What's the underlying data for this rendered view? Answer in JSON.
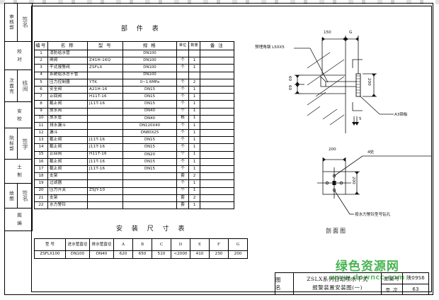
{
  "sheet": {
    "parts_table_title": "部 件 表",
    "size_table_title": "安 装 尺 寸 表",
    "section_view_caption": "剖面图"
  },
  "margin_strip": {
    "rows": [
      {
        "label": "审核部",
        "value": "签名"
      },
      {
        "label": "校 对",
        "value": ""
      },
      {
        "label": "次面完",
        "value": "核阅"
      },
      {
        "label": "安 校",
        "value": ""
      },
      {
        "label": "院标部",
        "value": "签字"
      },
      {
        "label": "土 制",
        "value": ""
      },
      {
        "label": "绘图",
        "value": "签名"
      },
      {
        "label": "图 编",
        "value": ""
      }
    ]
  },
  "parts_table": {
    "headers": [
      "编号",
      "名  称",
      "型  号",
      "规  格",
      "单位",
      "数量",
      "备  注"
    ],
    "rows": [
      {
        "no": "1",
        "name": "消防给水管",
        "model": "",
        "spec": "DN100",
        "unit": "",
        "qty": "",
        "note": ""
      },
      {
        "no": "2",
        "name": "闸阀",
        "model": "Z41H-16Q",
        "spec": "DN100",
        "unit": "个",
        "qty": "1",
        "note": ""
      },
      {
        "no": "3",
        "name": "干式报警阀",
        "model": "ZSFLX",
        "spec": "DN100",
        "unit": "个",
        "qty": "1",
        "note": ""
      },
      {
        "no": "4",
        "name": "系统给水总干管",
        "model": "",
        "spec": "DN100",
        "unit": "",
        "qty": "",
        "note": ""
      },
      {
        "no": "5",
        "name": "压力控制器",
        "model": "YTK",
        "spec": "0~1.6MPa",
        "unit": "个",
        "qty": "2",
        "note": ""
      },
      {
        "no": "6",
        "name": "安全阀",
        "model": "A21H-16",
        "spec": "DN15",
        "unit": "个",
        "qty": "1",
        "note": ""
      },
      {
        "no": "7",
        "name": "止回阀",
        "model": "H11T-16",
        "spec": "DN15",
        "unit": "个",
        "qty": "1",
        "note": ""
      },
      {
        "no": "8",
        "name": "截止阀",
        "model": "J11T-16",
        "spec": "DN15",
        "unit": "个",
        "qty": "1",
        "note": ""
      },
      {
        "no": "9",
        "name": "放水阀",
        "model": "",
        "spec": "DN40",
        "unit": "个",
        "qty": "1",
        "note": ""
      },
      {
        "no": "10",
        "name": "放水管",
        "model": "",
        "spec": "DN40",
        "unit": "根",
        "qty": "1",
        "note": ""
      },
      {
        "no": "11",
        "name": "排水漏斗",
        "model": "",
        "spec": "DN120X40",
        "unit": "个",
        "qty": "1",
        "note": ""
      },
      {
        "no": "12",
        "name": "漏斗",
        "model": "",
        "spec": "DN80X25",
        "unit": "个",
        "qty": "1",
        "note": ""
      },
      {
        "no": "13",
        "name": "截止阀",
        "model": "J11T-16",
        "spec": "DN15",
        "unit": "个",
        "qty": "1",
        "note": ""
      },
      {
        "no": "14",
        "name": "截止阀",
        "model": "J11T-16",
        "spec": "DN15",
        "unit": "个",
        "qty": "1",
        "note": ""
      },
      {
        "no": "15",
        "name": "止回阀",
        "model": "H11T-16",
        "spec": "DN20",
        "unit": "个",
        "qty": "1",
        "note": ""
      },
      {
        "no": "16",
        "name": "截止阀",
        "model": "J11T-16",
        "spec": "DN15",
        "unit": "个",
        "qty": "1",
        "note": ""
      },
      {
        "no": "17",
        "name": "截止阀",
        "model": "J11T-16",
        "spec": "DN15",
        "unit": "个",
        "qty": "1",
        "note": ""
      },
      {
        "no": "18",
        "name": "支架",
        "model": "",
        "spec": "",
        "unit": "套",
        "qty": "2",
        "note": ""
      },
      {
        "no": "19",
        "name": "过滤器",
        "model": "",
        "spec": "",
        "unit": "个",
        "qty": "1",
        "note": ""
      },
      {
        "no": "20",
        "name": "压力开关",
        "model": "ZSJY-10",
        "spec": "",
        "unit": "个",
        "qty": "1",
        "note": ""
      },
      {
        "no": "21",
        "name": "支架",
        "model": "",
        "spec": "",
        "unit": "套",
        "qty": "2",
        "note": ""
      },
      {
        "no": "22",
        "name": "水力警铃",
        "model": "",
        "spec": "",
        "unit": "套",
        "qty": "1",
        "note": ""
      }
    ]
  },
  "size_table": {
    "headers": [
      "型  号",
      "进水管直径",
      "排水管直径",
      "A",
      "B",
      "C",
      "D",
      "E",
      "F",
      "G"
    ],
    "rows": [
      {
        "model": "ZSFLX100",
        "inlet": "DN100",
        "outlet": "DN40",
        "A": "620",
        "B": "650",
        "C": "510",
        "D": "<2000",
        "E": "410",
        "F": "230",
        "G": "200"
      }
    ]
  },
  "elevation_view": {
    "dim_150": "150",
    "dim_G": "G",
    "dim_60_upper": "60",
    "dim_60_lower": "60",
    "dim_200": "200",
    "label_angle_steel": "预埋角钢 L50X5",
    "label_steel_plate": "A3钢板",
    "thickness_note": "5"
  },
  "section_view": {
    "dim_200_width": "200",
    "dim_200_height": "200",
    "label_holes": "4处",
    "label_drill": "按水力警铃型号钻孔"
  },
  "title_block": {
    "label": "图  名",
    "title_line1": "ZSLX系列自动喷水干式",
    "title_line2": "报警装置安装图(一)",
    "atlas_key": "图集号",
    "atlas_value": "陕09S6",
    "page_key": "页  次",
    "page_value": "63"
  },
  "watermark": {
    "main": "绿色资源网",
    "sub": "www.downcc.com"
  }
}
